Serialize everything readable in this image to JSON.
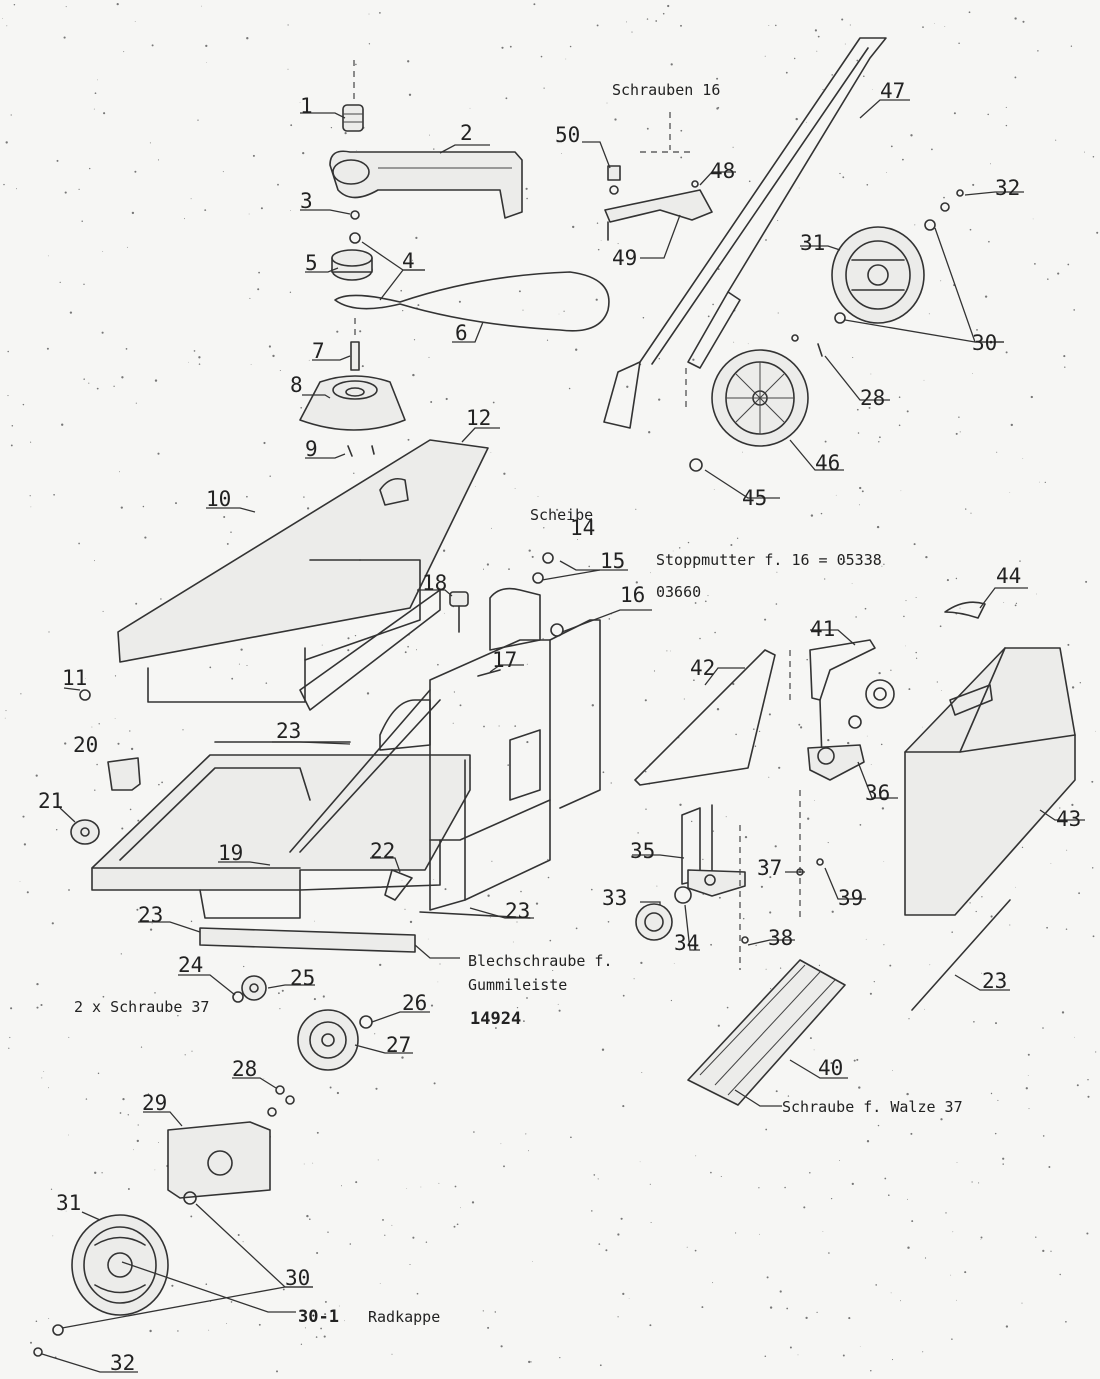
{
  "parts": {
    "p1": "1",
    "p2": "2",
    "p3": "3",
    "p4": "4",
    "p5": "5",
    "p6": "6",
    "p7": "7",
    "p8": "8",
    "p9": "9",
    "p10": "10",
    "p11": "11",
    "p12": "12",
    "p14": "14",
    "p15": "15",
    "p16": "16",
    "p17": "17",
    "p18": "18",
    "p19": "19",
    "p20": "20",
    "p21": "21",
    "p22": "22",
    "p23a": "23",
    "p23b": "23",
    "p23c": "23",
    "p23d": "23",
    "p24": "24",
    "p25": "25",
    "p26": "26",
    "p27": "27",
    "p28a": "28",
    "p28b": "28",
    "p29": "29",
    "p30a": "30",
    "p30b": "30",
    "p31a": "31",
    "p31b": "31",
    "p32a": "32",
    "p32b": "32",
    "p33": "33",
    "p34": "34",
    "p35": "35",
    "p36": "36",
    "p37": "37",
    "p38": "38",
    "p39": "39",
    "p40": "40",
    "p41": "41",
    "p42": "42",
    "p43": "43",
    "p44": "44",
    "p45": "45",
    "p46": "46",
    "p47": "47",
    "p48": "48",
    "p49": "49",
    "p50": "50"
  },
  "notes": {
    "schrauben16": "Schrauben 16",
    "scheibe": "Scheibe",
    "stoppmutter": "Stoppmutter f. 16 = 05338",
    "code03660": "03660",
    "blechschraube1": "Blechschraube f.",
    "blechschraube2": "Gummileiste",
    "code14924": "14924",
    "schraube37": "2 x Schraube 37",
    "walze": "Schraube f. Walze 37",
    "radkappe_num": "30-1",
    "radkappe": "Radkappe"
  }
}
